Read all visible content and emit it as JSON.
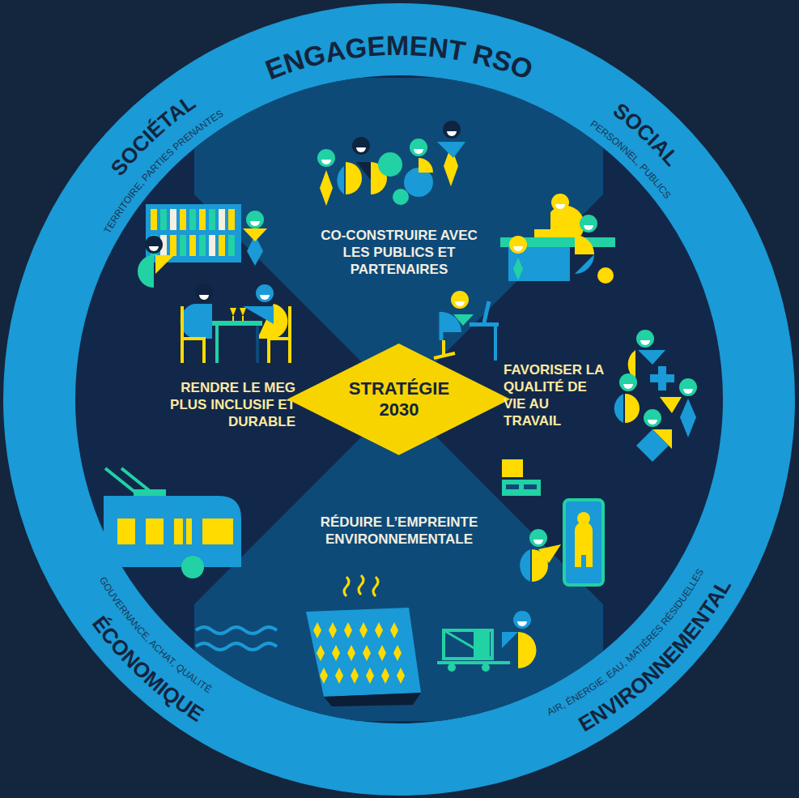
{
  "diagram": {
    "title": "ENGAGEMENT RSO",
    "nodes": [
      {
        "text": [
          "CO-CONSTRUIRE AVEC LES PUBLICS ET PARTENAIRES"
        ]
      },
      {
        "text": [
          "RENDRE LE MEG PLUS INCLUSIF ET DURABLE"
        ]
      },
      {
        "text": [
          "STRATÉGIE 2030"
        ]
      },
      {
        "text": [
          "FAVORISER LA QUALITÉ DE VIE AU TRAVAIL"
        ]
      },
      {
        "text": [
          "RÉDUIRE L’EMPREINTE ENVIRONNEMENTALE"
        ]
      }
    ],
    "labels": [
      "SOCIÉTAL",
      "TERRITOIRE, PARTIES PRENANTES",
      "SOCIAL",
      "PERSONNEL, PUBLICS",
      "ÉCONOMIQUE",
      "GOUVERNANCE, ACHAT, QUALITÉ",
      "ENVIRONNEMENTAL",
      "AIR, ÉNERGIE, EAU, MATIÈRES RÉSIDUELLES"
    ]
  }
}
